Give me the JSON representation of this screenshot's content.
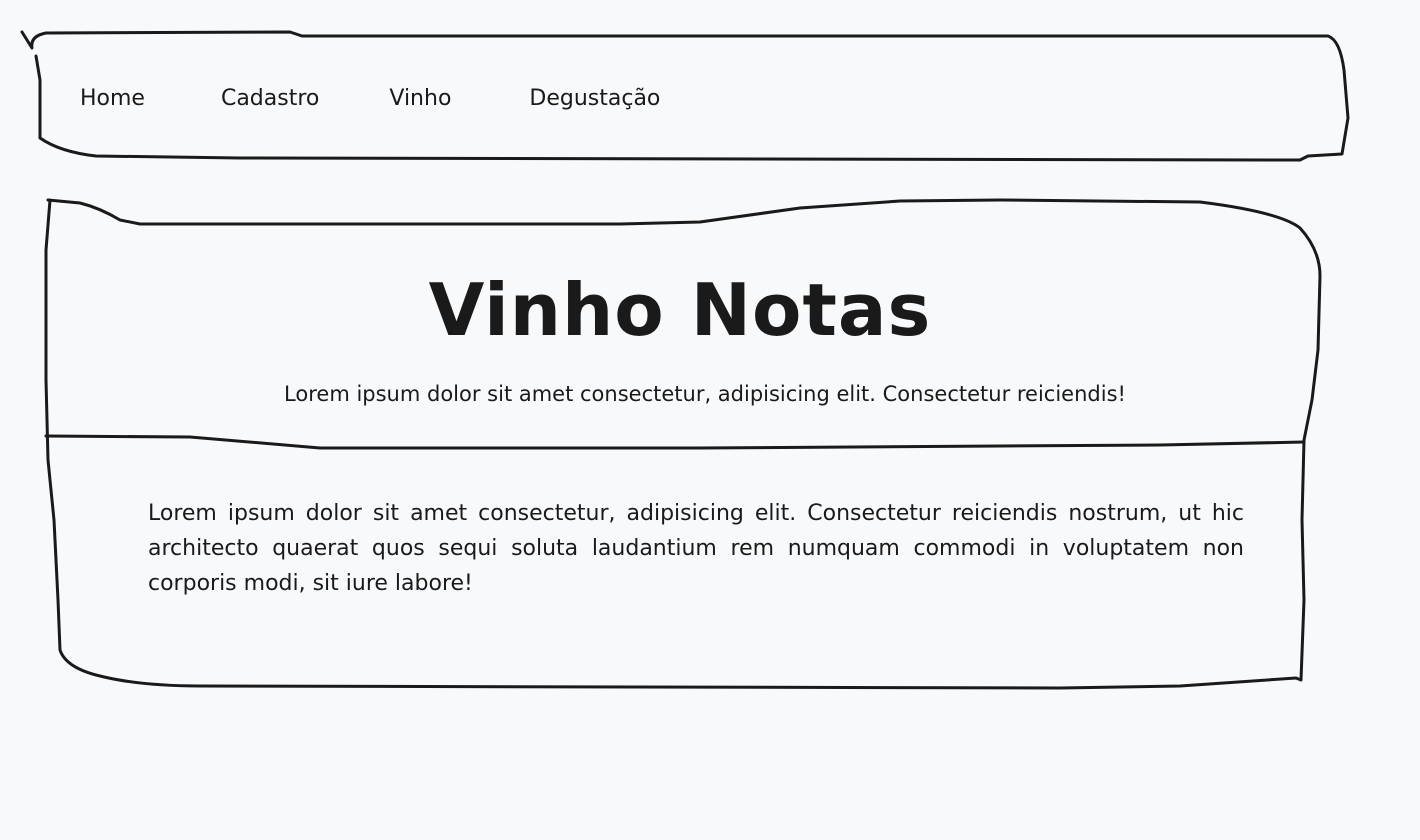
{
  "nav": {
    "items": [
      {
        "label": "Home"
      },
      {
        "label": "Cadastro"
      },
      {
        "label": "Vinho"
      },
      {
        "label": "Degustação"
      }
    ]
  },
  "hero": {
    "title": "Vinho Notas",
    "subtitle": "Lorem ipsum dolor sit amet consectetur, adipisicing elit. Consectetur reiciendis!"
  },
  "content": {
    "paragraph": "Lorem ipsum dolor sit amet consectetur, adipisicing elit. Consectetur reiciendis nostrum, ut hic architecto quaerat quos sequi soluta laudantium rem numquam commodi in voluptatem non corporis modi, sit iure labore!"
  },
  "colors": {
    "background": "#f8f9fb",
    "ink": "#1a1a1a"
  }
}
